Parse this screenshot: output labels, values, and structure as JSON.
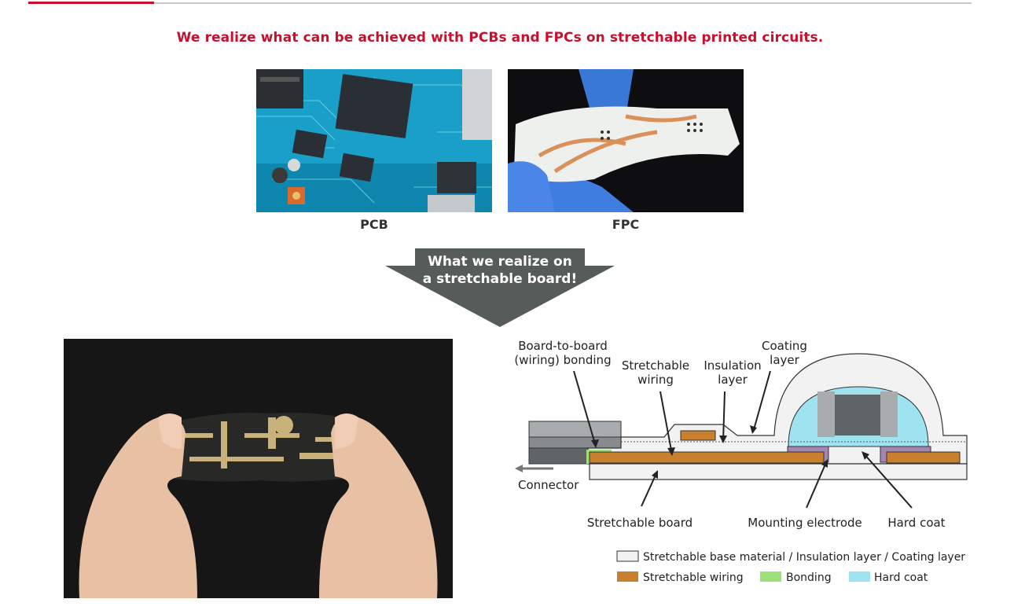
{
  "headline": "We realize what can be achieved with PCBs and FPCs on stretchable printed circuits.",
  "photos": {
    "pcb_caption": "PCB",
    "fpc_caption": "FPC"
  },
  "arrow_banner": {
    "line1": "What we realize on",
    "line2": "a stretchable board!"
  },
  "diagram": {
    "labels": {
      "board_to_board_1": "Board-to-board",
      "board_to_board_2": "(wiring) bonding",
      "stretchable_wiring_1": "Stretchable",
      "stretchable_wiring_2": "wiring",
      "insulation_1": "Insulation",
      "insulation_2": "layer",
      "coating_1": "Coating",
      "coating_2": "layer",
      "connector": "Connector",
      "stretchable_board": "Stretchable board",
      "mounting_electrode": "Mounting electrode",
      "hard_coat": "Hard coat"
    },
    "legend": [
      {
        "label": "Stretchable base material / Insulation layer / Coating layer",
        "color": "#f2f2f2"
      },
      {
        "label": "Stretchable wiring",
        "color": "#c87f2e"
      },
      {
        "label": "Bonding",
        "color": "#9de07a"
      },
      {
        "label": "Hard coat",
        "color": "#9fe3f1"
      }
    ]
  },
  "colors": {
    "accent": "#c8102e",
    "arrow": "#565c5a",
    "wiring": "#c87f2e",
    "bonding": "#9de07a",
    "hard_coat": "#9fe3f1",
    "electrode": "#a684b3"
  }
}
